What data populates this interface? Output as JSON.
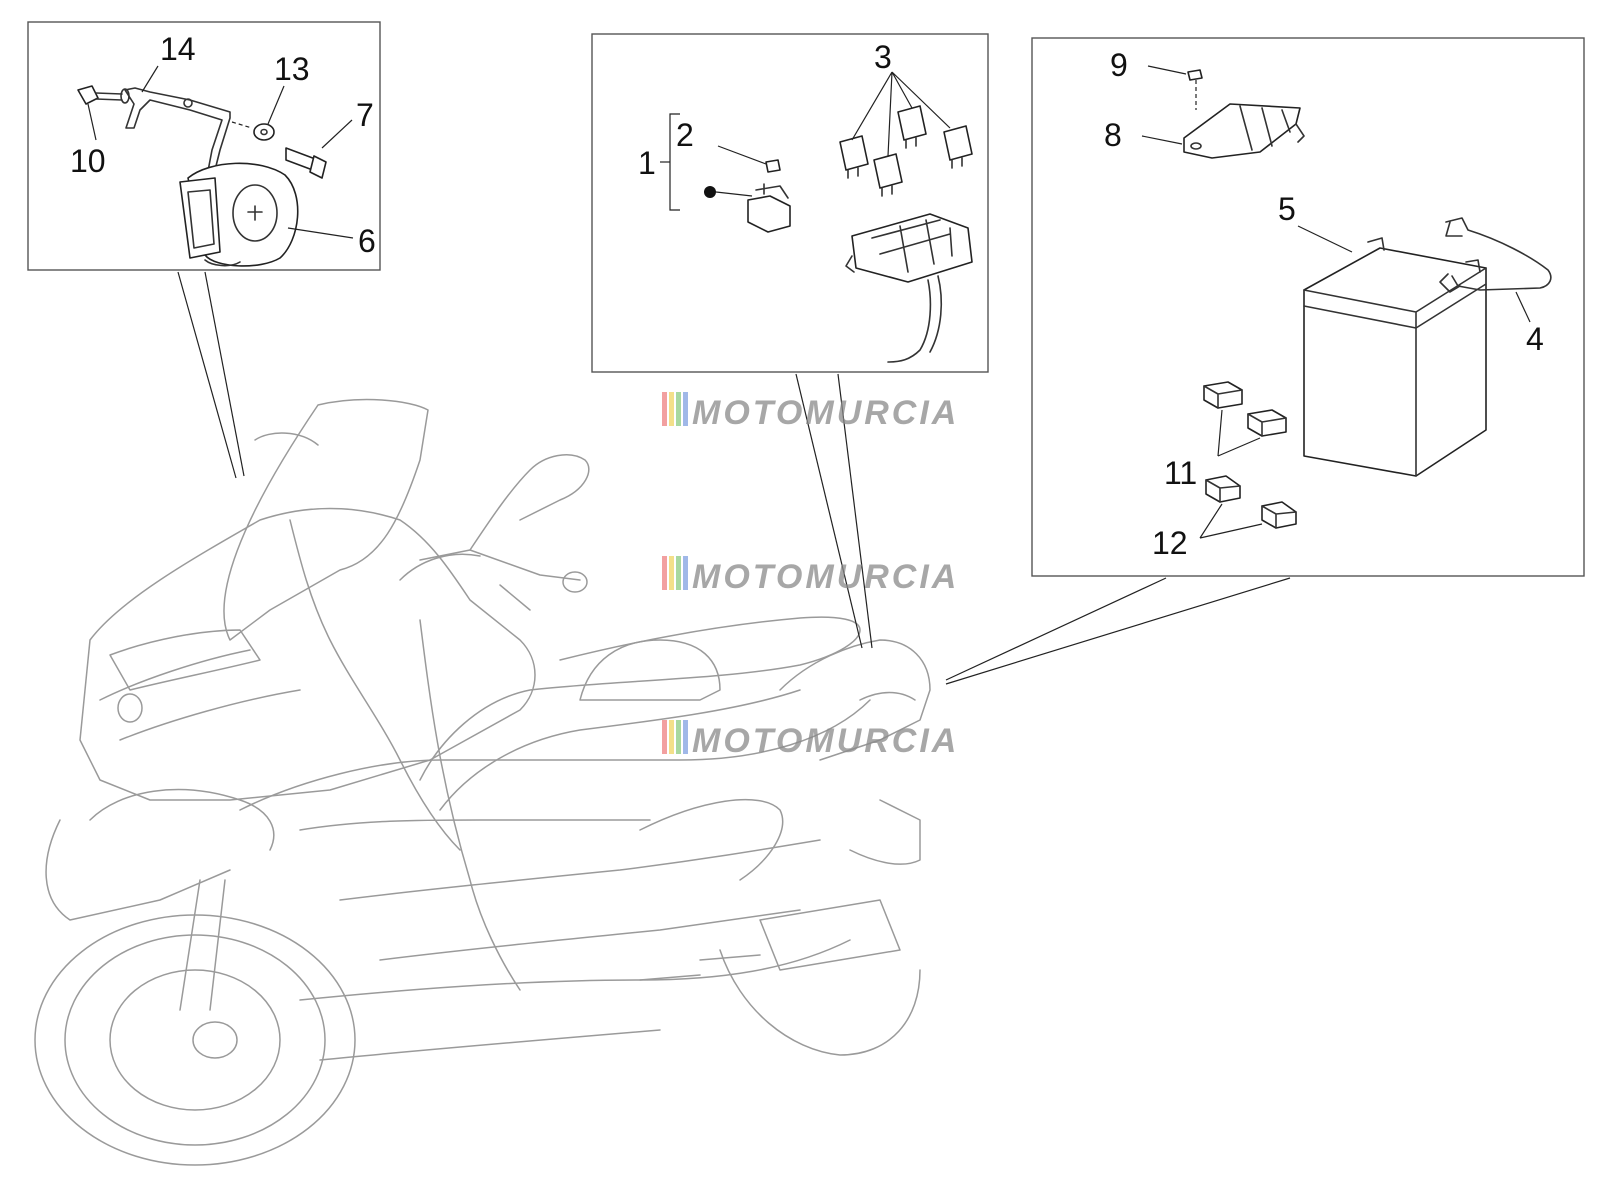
{
  "diagram": {
    "callouts": {
      "c1": "1",
      "c2": "2",
      "c3": "3",
      "c4": "4",
      "c5": "5",
      "c6": "6",
      "c7": "7",
      "c8": "8",
      "c9": "9",
      "c10": "10",
      "c11": "11",
      "c12": "12",
      "c13": "13",
      "c14": "14"
    },
    "watermark": "MOTOMURCIA",
    "watermark_colors": [
      "#f2a0a0",
      "#f3e08a",
      "#a8d8a0",
      "#a0b8e8",
      "#888888"
    ]
  }
}
